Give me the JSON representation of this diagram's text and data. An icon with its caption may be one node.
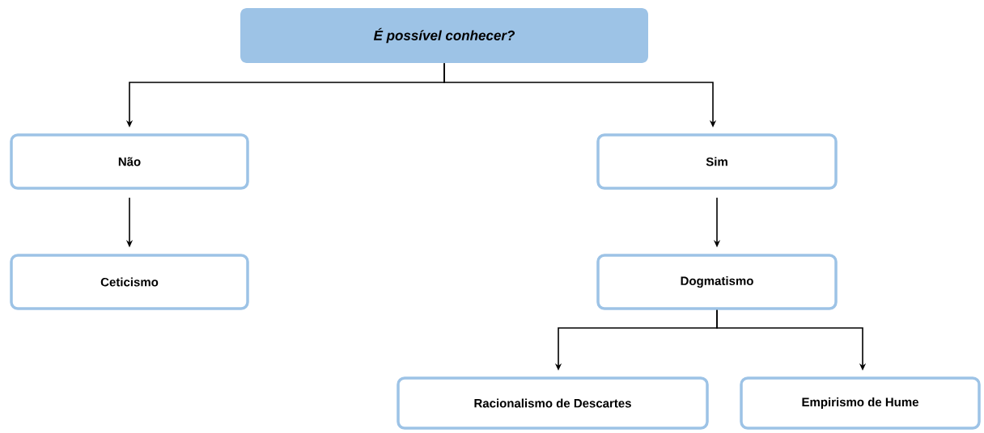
{
  "diagram": {
    "nodes": [
      {
        "text": [
          "É possível conhecer?"
        ]
      },
      {
        "text": [
          "Não"
        ]
      },
      {
        "text": [
          "Sim"
        ]
      },
      {
        "text": [
          "Ceticismo"
        ]
      },
      {
        "text": [
          "Dogmatismo"
        ]
      },
      {
        "text": [
          "Racionalismo de Descartes"
        ]
      },
      {
        "text": [
          "Empirismo de Hume"
        ]
      }
    ],
    "edges": [
      {
        "from": 0,
        "to": 1,
        "arrow": "to"
      },
      {
        "from": 0,
        "to": 2,
        "arrow": "to"
      },
      {
        "from": 1,
        "to": 3,
        "arrow": "to"
      },
      {
        "from": 2,
        "to": 4,
        "arrow": "to"
      },
      {
        "from": 4,
        "to": 5,
        "arrow": "to"
      },
      {
        "from": 4,
        "to": 6,
        "arrow": "to"
      }
    ]
  }
}
